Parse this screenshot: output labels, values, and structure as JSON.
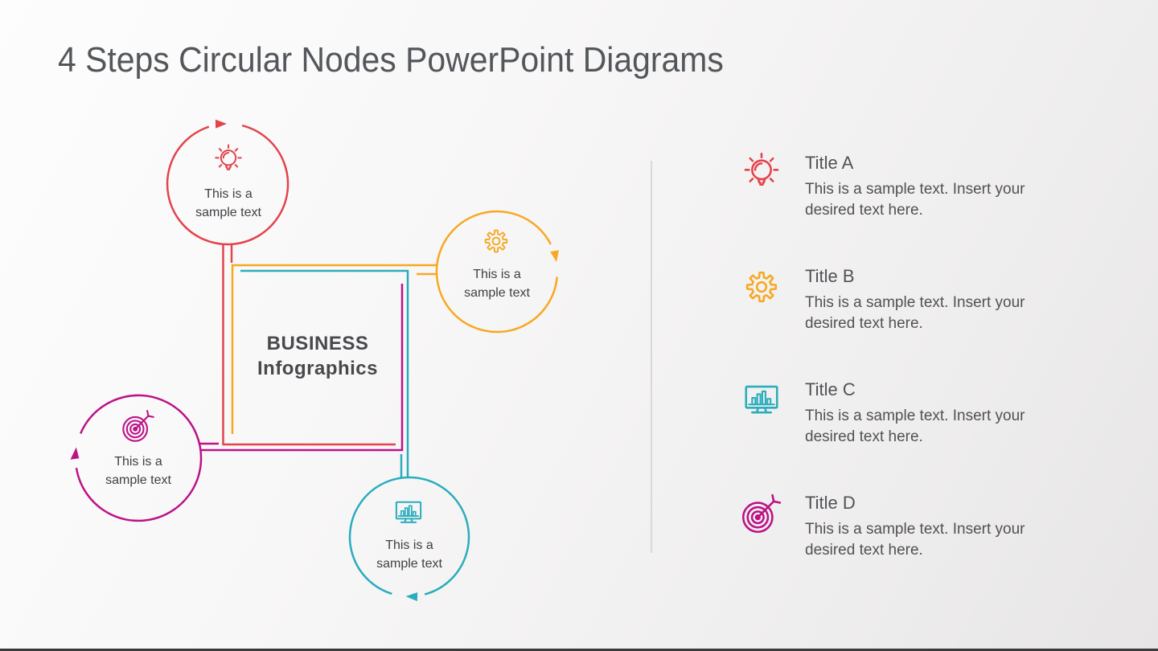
{
  "slide": {
    "title": "4 Steps Circular Nodes PowerPoint Diagrams",
    "center_line1": "BUSINESS",
    "center_line2": "Infographics"
  },
  "colors": {
    "title_text": "#53565a",
    "body_text": "#515156",
    "divider": "#d9d9d9",
    "bottom_bar": "#3a3a3a"
  },
  "steps": [
    {
      "id": "a",
      "icon": "lightbulb-icon",
      "color": "#e2444c",
      "label": "This is a sample text",
      "title": "Title A",
      "description": "This is a sample text. Insert your desired text here."
    },
    {
      "id": "b",
      "icon": "gear-icon",
      "color": "#f7a823",
      "label": "This is a sample text",
      "title": "Title B",
      "description": "This is a sample text. Insert your desired text here."
    },
    {
      "id": "c",
      "icon": "monitor-chart-icon",
      "color": "#2aadbc",
      "label": "This is a sample text",
      "title": "Title C",
      "description": "This is a sample text. Insert your desired text here."
    },
    {
      "id": "d",
      "icon": "target-icon",
      "color": "#bc1287",
      "label": "This is a sample text",
      "title": "Title D",
      "description": "This is a sample text. Insert your desired text here."
    }
  ]
}
